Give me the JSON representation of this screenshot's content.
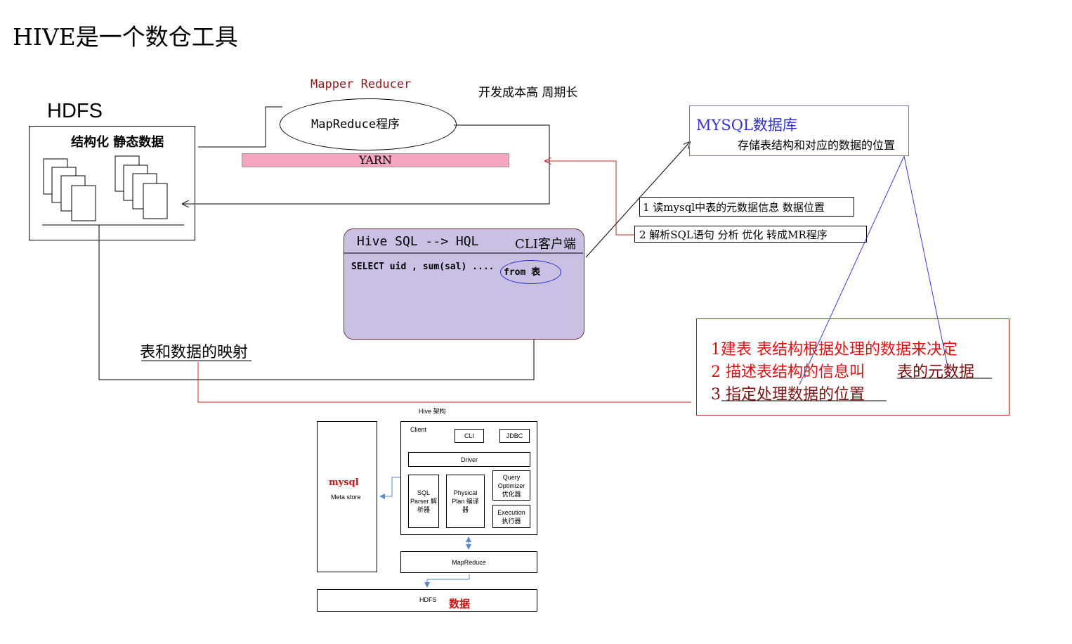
{
  "title": "HIVE是一个数仓工具",
  "hdfs": {
    "label": "HDFS",
    "subtitle": "结构化 静态数据"
  },
  "mapreduce": {
    "top_label": "Mapper  Reducer",
    "program": "MapReduce程序",
    "cost_note": "开发成本高  周期长",
    "yarn": "YARN"
  },
  "mysql": {
    "title": "MYSQL数据库",
    "subtitle": "存储表结构和对应的数据的位置"
  },
  "steps": {
    "step1": "1 读mysql中表的元数据信息 数据位置",
    "step2": "2 解析SQL语句 分析  优化   转成MR程序"
  },
  "cli": {
    "heading": "Hive SQL --> HQL",
    "client": "CLI客户端",
    "sql": "SELECT uid , sum(sal) ....",
    "from": "from  表"
  },
  "mapping_label": "表和数据的映射",
  "notes": {
    "line1": "1建表  表结构根据处理的数据来决定",
    "line2_a": "2  描述表结构的信息叫",
    "line2_b": "表的元数据",
    "line3": "3  指定处理数据的位置"
  },
  "architecture": {
    "title": "Hive 架构",
    "mysql_label": "mysql",
    "metastore": "Meta store",
    "client": "Client",
    "cli": "CLI",
    "jdbc": "JDBC",
    "driver": "Driver",
    "sql_parser": "SQL Parser 解析器",
    "physical_plan": "Physical Plan 编译器",
    "query_optimizer": "Query Optimizer 优化器",
    "execution": "Execution 执行器",
    "mapreduce": "MapReduce",
    "hdfs": "HDFS",
    "data": "数据"
  },
  "colors": {
    "yarn_fill": "#f4a6bf",
    "cli_fill": "#c9c0e4",
    "mysql_title": "#3333cc",
    "note_red": "#e01010",
    "connector_red": "#cc2222",
    "blue_line": "#3a3ad6"
  }
}
